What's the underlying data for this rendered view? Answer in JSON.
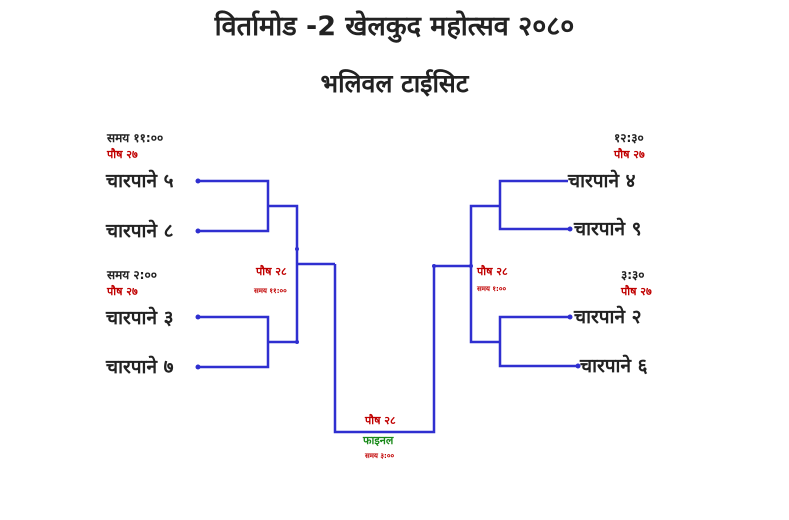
{
  "header": {
    "title": "विर्तामोड -2 खेलकुद महोत्सव २०८०",
    "subtitle": "भलिवल टाईसिट"
  },
  "colors": {
    "line": "#2f2fd0",
    "date": "#c00000",
    "final": "#1a8a1a"
  },
  "left": {
    "match1": {
      "time": "समय ११:००",
      "date": "पौष २७",
      "team_a": "चारपाने ५",
      "team_b": "चारपाने ८"
    },
    "match2": {
      "time": "समय २:००",
      "date": "पौष २७",
      "team_a": "चारपाने ३",
      "team_b": "चारपाने ७"
    },
    "semi": {
      "date": "पौष २८",
      "time": "समय ११:००"
    }
  },
  "right": {
    "match1": {
      "time": "१२:३०",
      "date": "पौष २७",
      "team_a": "चारपाने ४",
      "team_b": "चारपाने ९"
    },
    "match2": {
      "time": "३:३०",
      "date": "पौष २७",
      "team_a": "चारपाने २",
      "team_b": "चारपाने ६"
    },
    "semi": {
      "date": "पौष २८",
      "time": "समय १:००"
    }
  },
  "final": {
    "date": "पौष २८",
    "label": "फाइनल",
    "time": "समय ३:००"
  }
}
